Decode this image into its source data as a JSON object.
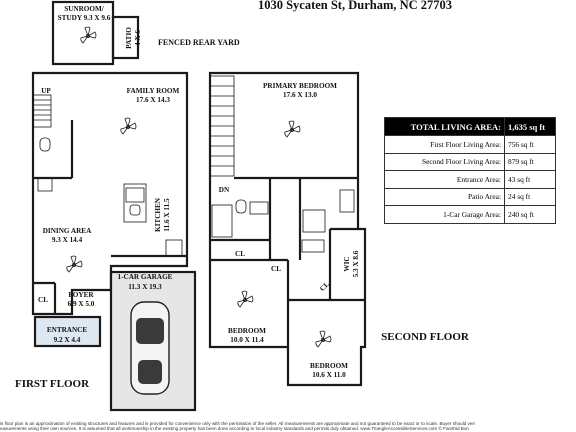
{
  "address": "1030 Sycaten St, Durham, NC 27703",
  "rooms": {
    "sunroom": {
      "name": "SUNROOM/",
      "dims": "STUDY  9.3 X 9.6"
    },
    "patio": {
      "name": "PATIO",
      "dims": "4 X 6"
    },
    "fenced_yard": "FENCED REAR YARD",
    "family_room": {
      "name": "FAMILY ROOM",
      "dims": "17.6 X 14.3"
    },
    "up": "UP",
    "dining": {
      "name": "DINING AREA",
      "dims": "9.3 X 14.4"
    },
    "kitchen": {
      "name": "KITCHEN",
      "dims": "11.6 X 11.5"
    },
    "garage": {
      "name": "1-CAR GARAGE",
      "dims": "11.3 X 19.3"
    },
    "foyer": {
      "name": "FOYER",
      "dims": "6.9 X 5.0"
    },
    "cl_first": "CL",
    "entrance": {
      "name": "ENTRANCE",
      "dims": "9.2 X 4.4"
    },
    "primary_bedroom": {
      "name": "PRIMARY BEDROOM",
      "dims": "17.6 X 13.0"
    },
    "dn": "DN",
    "cl_second": "CL",
    "cl_second_2": "CL",
    "cl_wic": "CL",
    "wic": {
      "name": "WIC",
      "dims": "5.3 X 8.6"
    },
    "bedroom_1": {
      "name": "BEDROOM",
      "dims": "10.0 X 11.4"
    },
    "bedroom_2": {
      "name": "BEDROOM",
      "dims": "10.6 X 11.0"
    }
  },
  "floor_labels": {
    "first": "FIRST FLOOR",
    "second": "SECOND FLOOR"
  },
  "stats": {
    "header": {
      "label": "TOTAL LIVING AREA:",
      "value": "1,635 sq ft"
    },
    "rows": [
      {
        "label": "First Floor Living Area:",
        "value": "756 sq ft"
      },
      {
        "label": "Second Floor Living Area:",
        "value": "879 sq ft"
      },
      {
        "label": "Entrance Area:",
        "value": "43 sq ft"
      },
      {
        "label": "Patio Area:",
        "value": "24 sq ft"
      },
      {
        "label": "1-Car Garage Area:",
        "value": "240 sq ft"
      }
    ]
  },
  "disclaimer": {
    "line1": "is floor plan is an approximation of existing structures and features and is provided for convenience only with the permission of the seller.  All measurements are approximate and not guaranteed to be exact or to scale.  Buyer should veri",
    "line2": "easurements using their own sources.  It is assumed that all workmanship in the existing property has been done according to local industry standards and permits duly obtained.       www.TriangleAccessibleServices.com       © Fanshid Bon"
  },
  "colors": {
    "wall": "#1a1a1a",
    "entrance_fill": "#dde8f2",
    "garage_fill": "#e6e6e6",
    "stats_header": "#000000"
  }
}
